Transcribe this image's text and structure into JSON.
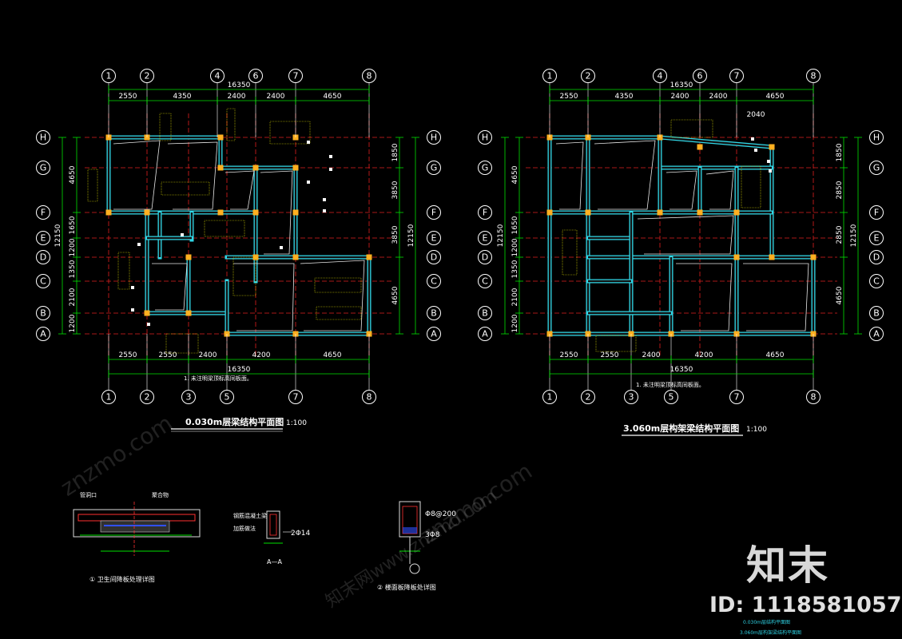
{
  "plan1": {
    "title": "0.030m层梁结构平面图",
    "scale": "1:100",
    "top_axes": [
      "1",
      "2",
      "4",
      "6",
      "7",
      "8"
    ],
    "bottom_axes": [
      "1",
      "2",
      "3",
      "5",
      "7",
      "8"
    ],
    "row_axes": [
      "H",
      "G",
      "F",
      "E",
      "D",
      "C",
      "B",
      "A"
    ],
    "top_total": "16350",
    "top_dims": [
      "2550",
      "4350",
      "2400",
      "2400",
      "4650"
    ],
    "bottom_dims": [
      "2550",
      "2550",
      "2400",
      "4200",
      "4650"
    ],
    "bottom_total": "16350",
    "left_dims": [
      "4650",
      "1650",
      "1200",
      "1350",
      "2100",
      "1200"
    ],
    "left_total": "12150",
    "right_dims": [
      "1850",
      "3850",
      "3850",
      "4650"
    ],
    "right_total": "12150",
    "note": "1. 未注明梁顶标高同板面。"
  },
  "plan2": {
    "title": "3.060m层构架梁结构平面图",
    "scale": "1:100",
    "top_axes": [
      "1",
      "2",
      "4",
      "6",
      "7",
      "8"
    ],
    "bottom_axes": [
      "1",
      "2",
      "3",
      "5",
      "7",
      "8"
    ],
    "row_axes": [
      "H",
      "G",
      "F",
      "E",
      "D",
      "C",
      "B",
      "A"
    ],
    "top_total": "16350",
    "top_dims": [
      "2550",
      "4350",
      "2400",
      "2400",
      "4650"
    ],
    "bottom_dims": [
      "2550",
      "2550",
      "2400",
      "4200",
      "4650"
    ],
    "bottom_total": "16350",
    "extra_dim": "2040",
    "left_dims": [
      "4650",
      "1650",
      "1200",
      "1350",
      "2100",
      "1200"
    ],
    "left_total": "12150",
    "right_dims": [
      "1850",
      "2850",
      "2850",
      "4650"
    ],
    "right_total": "12150",
    "note": "1. 未注明梁顶标高同板面。"
  },
  "details": {
    "detail1_title": "① 卫生间降板处理详图",
    "detail1_label_a": "管洞口",
    "detail1_label_b": "聚合物",
    "detail2_section": "A—A",
    "detail2_rebar": "2Φ14",
    "detail2_label_a": "钢筋混凝土梁",
    "detail2_label_b": "加筋做法",
    "detail3_title": "② 楼面板降板处详图",
    "detail3_dim_a": "Φ8@200",
    "detail3_dim_b": "3Φ8"
  },
  "legend": {
    "line1": "0.030m层结构平面图",
    "line2": "3.060m层构架梁结构平面图"
  },
  "watermark": {
    "logo_text": "知末",
    "id_text": "ID: 1118581057",
    "site_text": "znzmo.com",
    "cn_text": "知末网www.znzmo.com"
  }
}
